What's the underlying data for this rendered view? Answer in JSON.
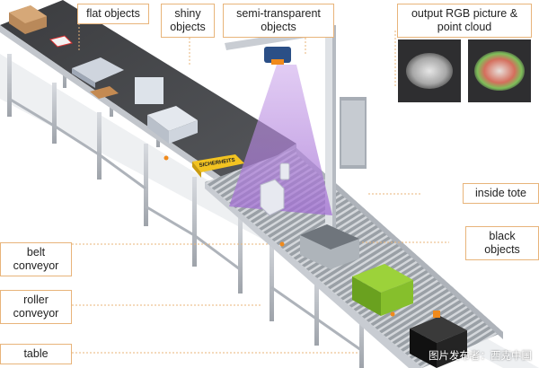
{
  "labels": {
    "flat_objects": "flat objects",
    "shiny_objects": [
      "shiny",
      "objects"
    ],
    "semi_transparent": [
      "semi-transparent",
      "objects"
    ],
    "output": [
      "output RGB picture &",
      "point cloud"
    ],
    "inside_tote": "inside tote",
    "black_objects": [
      "black",
      "objects"
    ],
    "belt_conveyor": [
      "belt",
      "conveyor"
    ],
    "roller_conveyor": [
      "roller",
      "conveyor"
    ],
    "table": "table"
  },
  "brand_text": "SICHERHEITS",
  "watermark": "图片发布者：西克中国",
  "colors": {
    "label_border": "#e8b47a",
    "leader_line": "#e8b47a",
    "accent_dot": "#f08a1c",
    "light_cone": "#b48ad8",
    "belt": "#4a4a4c",
    "frame": "#b8bcc2"
  }
}
